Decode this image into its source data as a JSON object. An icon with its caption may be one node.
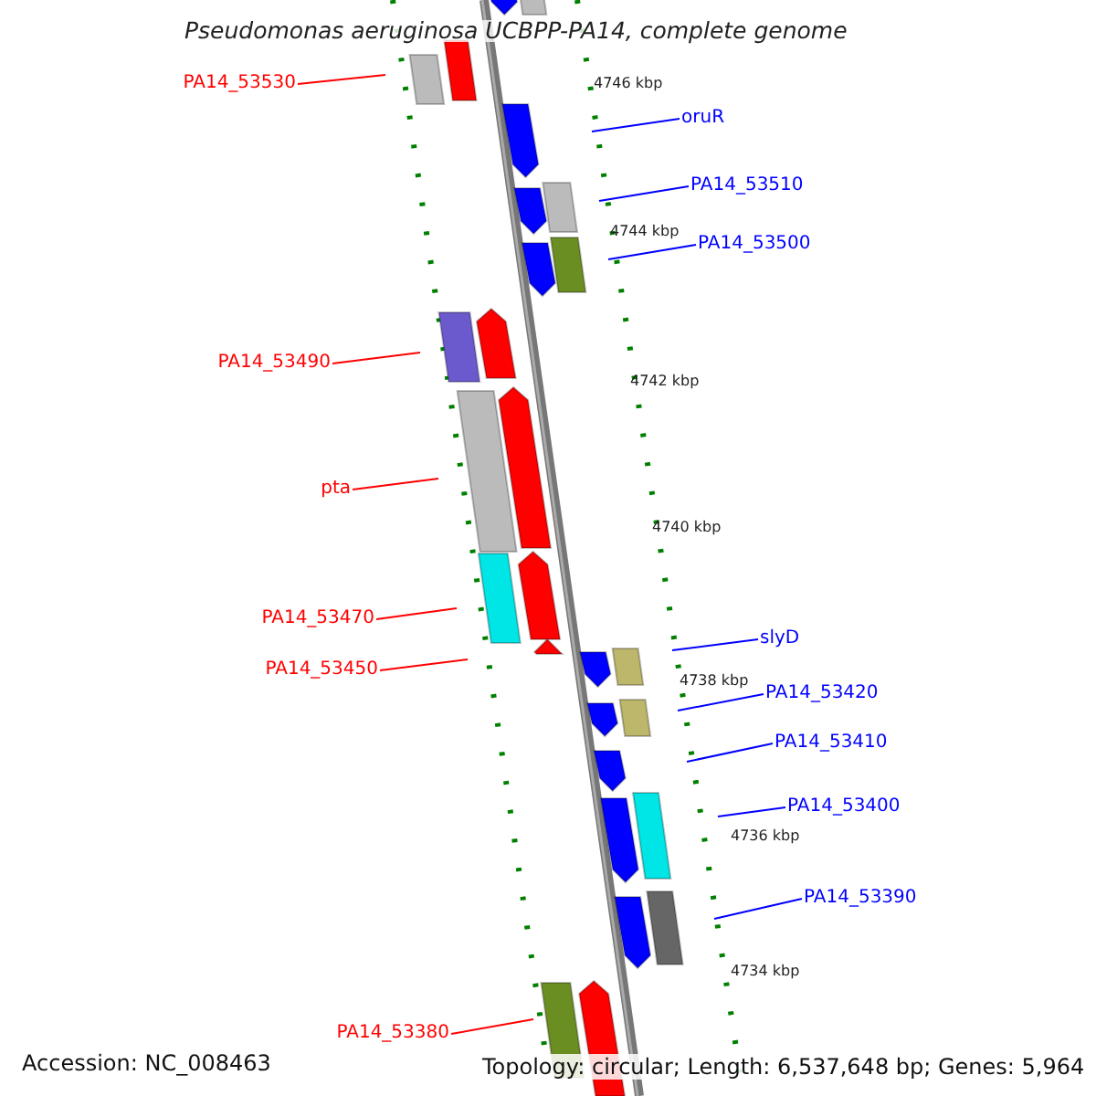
{
  "diagram": {
    "title": "Pseudomonas aeruginosa UCBPP-PA14, complete genome",
    "nodes": [
      {
        "text": [
          "PA14_53530"
        ]
      },
      {
        "text": [
          "oruR"
        ]
      },
      {
        "text": [
          "PA14_53510"
        ]
      },
      {
        "text": [
          "PA14_53500"
        ]
      },
      {
        "text": [
          "PA14_53490"
        ]
      },
      {
        "text": [
          "pta"
        ]
      },
      {
        "text": [
          "PA14_53470"
        ]
      },
      {
        "text": [
          "slyD"
        ]
      },
      {
        "text": [
          "PA14_53450"
        ]
      },
      {
        "text": [
          "PA14_53420"
        ]
      },
      {
        "text": [
          "PA14_53410"
        ]
      },
      {
        "text": [
          "PA14_53400"
        ]
      },
      {
        "text": [
          "PA14_53390"
        ]
      },
      {
        "text": [
          "PA14_53380"
        ]
      }
    ],
    "edges": [
      {
        "from": 0,
        "to": null,
        "arrow": "none",
        "color": "#ff0000"
      },
      {
        "from": 1,
        "to": null,
        "arrow": "none"
      },
      {
        "from": 2,
        "to": null,
        "arrow": "none"
      },
      {
        "from": 3,
        "to": null,
        "arrow": "none"
      },
      {
        "from": 4,
        "to": null,
        "arrow": "none",
        "color": "#ff0000"
      },
      {
        "from": 5,
        "to": null,
        "arrow": "none",
        "color": "#ff0000"
      },
      {
        "from": 6,
        "to": null,
        "arrow": "none",
        "color": "#ff0000"
      },
      {
        "from": 7,
        "to": null,
        "arrow": "none"
      },
      {
        "from": 8,
        "to": null,
        "arrow": "none",
        "color": "#ff0000"
      },
      {
        "from": 9,
        "to": null,
        "arrow": "none"
      },
      {
        "from": 10,
        "to": null,
        "arrow": "none"
      },
      {
        "from": 11,
        "to": null,
        "arrow": "none"
      },
      {
        "from": 12,
        "to": null,
        "arrow": "none"
      },
      {
        "from": 13,
        "to": null,
        "arrow": "none",
        "color": "#ff0000"
      }
    ],
    "labels": [
      "4746 kbp",
      "4744 kbp",
      "4742 kbp",
      "4740 kbp",
      "4738 kbp",
      "4736 kbp",
      "4734 kbp",
      "Accession: NC_008463",
      "Topology: circular; Length: 6,537,648 bp; Genes: 5,964"
    ]
  }
}
